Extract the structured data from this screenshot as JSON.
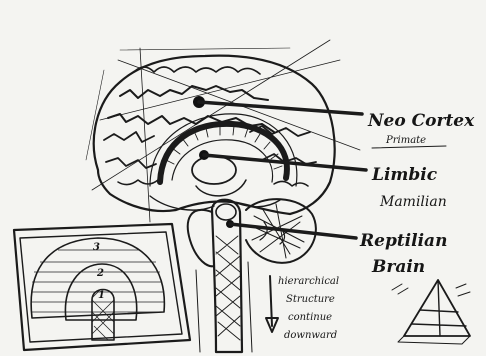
{
  "labels": {
    "neocortex": "Neo Cortex",
    "neocortex_sub": "Primate",
    "limbic": "Limbic",
    "limbic_sub": "Mamilian",
    "reptilian": "Reptilian",
    "reptilian_sub": "Brain"
  },
  "note": {
    "line1": "hierarchical",
    "line2": "Structure",
    "line3": "continue",
    "line4": "downward"
  },
  "layer_numbers": [
    "1",
    "2",
    "3"
  ]
}
